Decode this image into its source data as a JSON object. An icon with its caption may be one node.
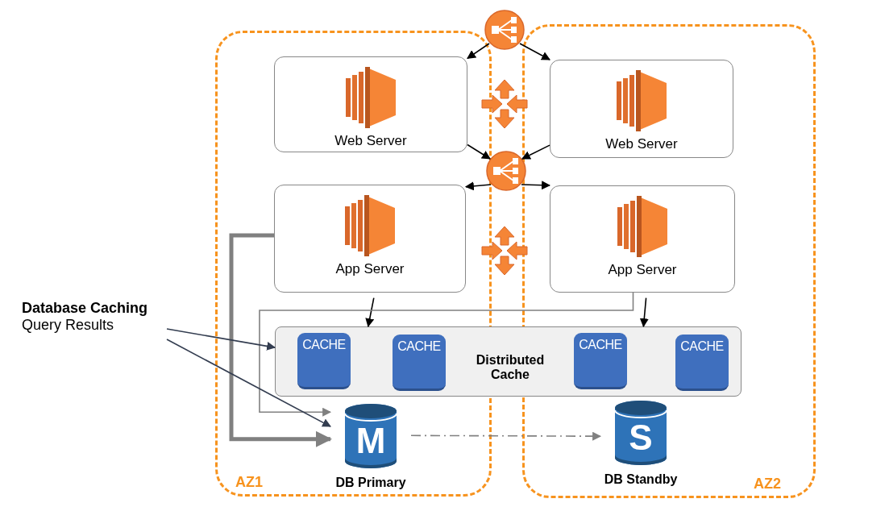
{
  "diagram": {
    "nodes": [
      {
        "text": [
          "AZ1"
        ]
      },
      {
        "text": [
          "AZ2"
        ]
      },
      {
        "text": [
          "Web Server"
        ],
        "in": 0
      },
      {
        "text": [
          "Web Server"
        ],
        "in": 1
      },
      {
        "text": [
          "App Server"
        ],
        "in": 0
      },
      {
        "text": [
          "App Server"
        ],
        "in": 1
      },
      {
        "text": [],
        "shape": "circle"
      },
      {
        "text": [],
        "shape": "circle"
      },
      {
        "text": [
          "Distributed Cache"
        ]
      },
      {
        "text": [
          "CACHE"
        ]
      },
      {
        "text": [
          "CACHE"
        ]
      },
      {
        "text": [
          "CACHE"
        ]
      },
      {
        "text": [
          "CACHE"
        ]
      },
      {
        "text": [
          "M",
          "DB Primary"
        ],
        "in": 0
      },
      {
        "text": [
          "S",
          "DB Standby"
        ],
        "in": 1
      },
      {
        "text": [
          "Database Caching",
          "Query Results"
        ]
      }
    ],
    "edges": [
      {
        "from": 6,
        "to": 2,
        "arrow": "to"
      },
      {
        "from": 6,
        "to": 3,
        "arrow": "to"
      },
      {
        "from": 2,
        "to": 7,
        "arrow": "to"
      },
      {
        "from": 3,
        "to": 7,
        "arrow": "to"
      },
      {
        "from": 7,
        "to": 4,
        "arrow": "to"
      },
      {
        "from": 7,
        "to": 5,
        "arrow": "to"
      },
      {
        "from": 4,
        "to": 8,
        "arrow": "to"
      },
      {
        "from": 5,
        "to": 8,
        "arrow": "to"
      },
      {
        "from": 5,
        "to": 13,
        "arrow": "to",
        "color": "#808080"
      },
      {
        "from": 4,
        "to": 13,
        "arrow": "to",
        "style": "thick",
        "color": "#808080"
      },
      {
        "from": 13,
        "to": 14,
        "arrow": "to",
        "style": "dashed",
        "color": "#808080"
      },
      {
        "from": 15,
        "to": 8,
        "arrow": "to",
        "color": "#333d50"
      },
      {
        "from": 15,
        "to": 13,
        "arrow": "to",
        "color": "#333d50"
      }
    ]
  }
}
